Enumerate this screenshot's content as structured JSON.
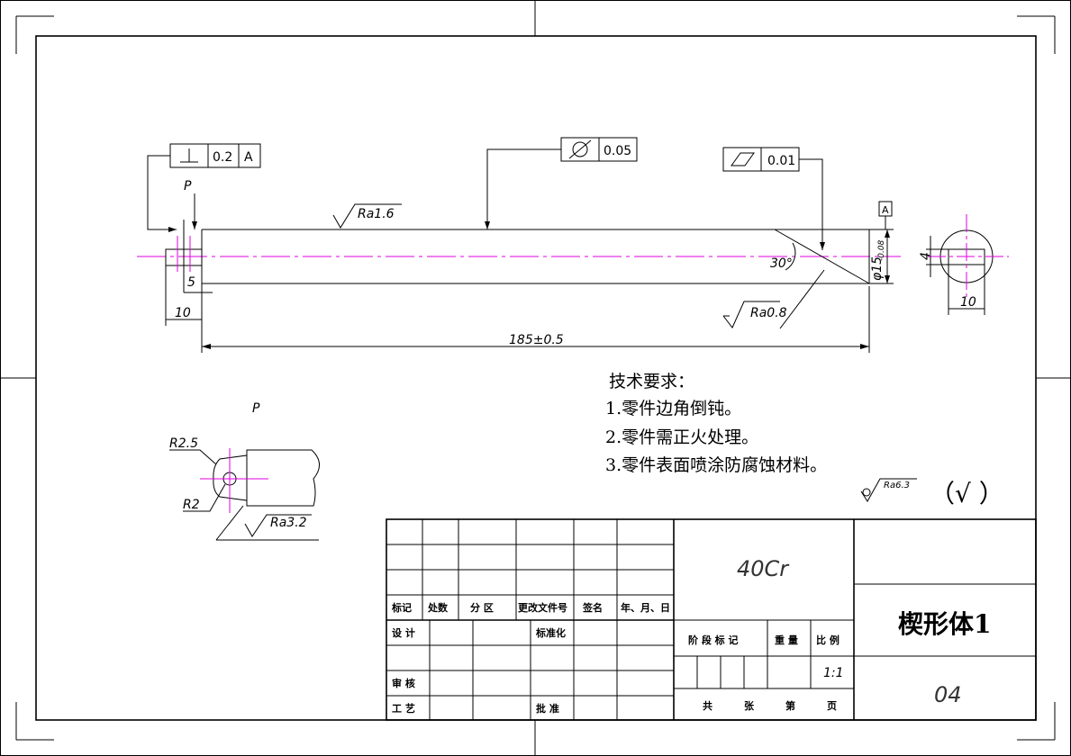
{
  "fcf": {
    "perp_tol": "0.2",
    "perp_datum": "A",
    "circ_tol": "0.05",
    "flat_tol": "0.01",
    "datum_label": "A",
    "view_label_top": "P",
    "view_label_detail": "P"
  },
  "dims": {
    "ra_top": "Ra1.6",
    "ra_chamfer": "Ra0.8",
    "ra_detail": "Ra3.2",
    "ra_general": "Ra6.3",
    "angle": "30°",
    "diameter": "φ15",
    "diameter_tol": "-0.08",
    "length": "185±0.5",
    "left_width": "10",
    "left_offset": "5",
    "right_width": "10",
    "right_height": "4",
    "r_outer": "R2.5",
    "r_inner": "R2"
  },
  "notes": {
    "title": "技术要求：",
    "items": [
      "1.零件边角倒钝。",
      "2.零件需正火处理。",
      "3.零件表面喷涂防腐蚀材料。"
    ],
    "general_mark": "（√ ）"
  },
  "titleblock": {
    "material": "40Cr",
    "part_name": "楔形体1",
    "drawing_no": "04",
    "scale_value": "1:1",
    "h_mark": "标记",
    "h_count": "处数",
    "h_zone": "分  区",
    "h_docno": "更改文件号",
    "h_sign": "签名",
    "h_date": "年、月、日",
    "h_design": "设  计",
    "h_std": "标准化",
    "h_check": "审  核",
    "h_craft": "工  艺",
    "h_approve": "批  准",
    "h_stage": "阶 段 标 记",
    "h_weight": "重  量",
    "h_scale": "比  例",
    "h_total": "共",
    "h_sheets": "张",
    "h_no": "第",
    "h_page": "页"
  }
}
